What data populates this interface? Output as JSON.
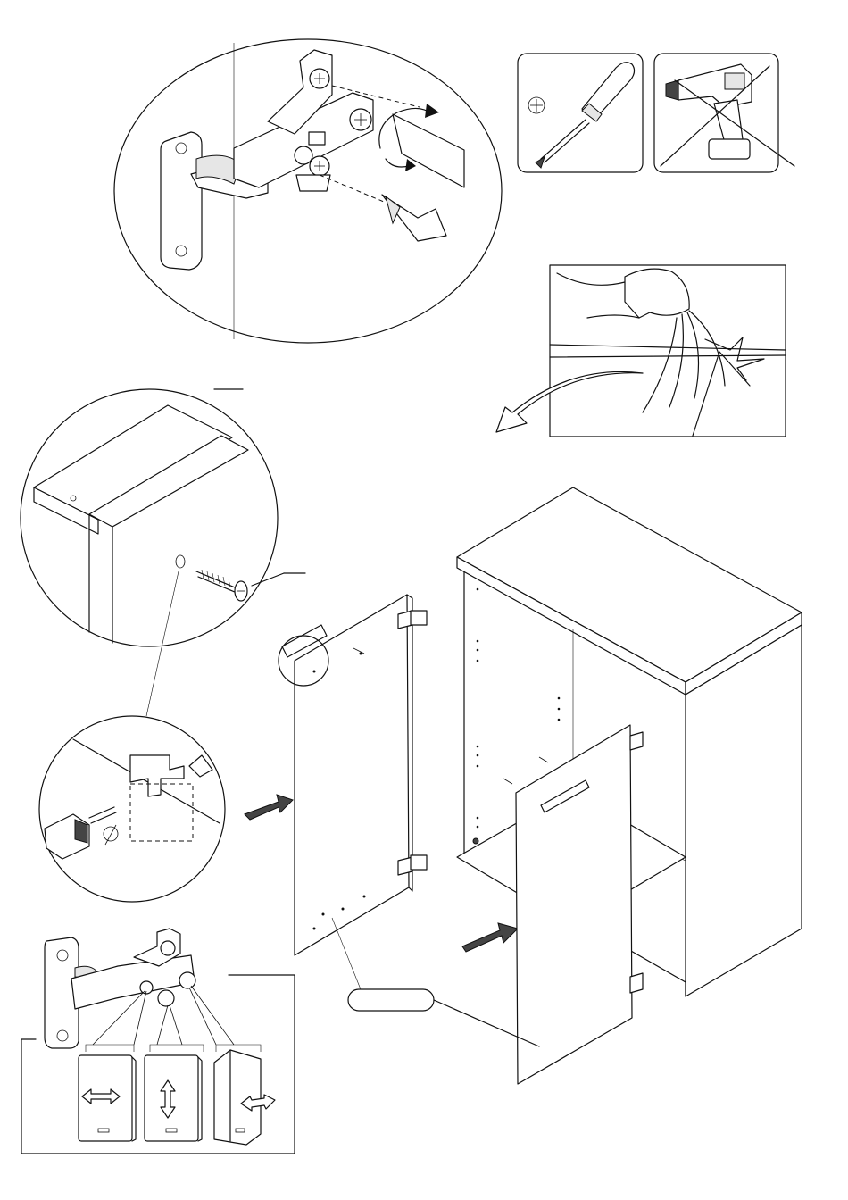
{
  "title": "",
  "tools": [
    {
      "name": "phillips-screwdriver",
      "allowed": true
    },
    {
      "name": "power-drill",
      "allowed": false
    }
  ],
  "warnings": [
    {
      "name": "surface-scratch-warning"
    }
  ],
  "callouts": {
    "part_label": ""
  },
  "hinge_adjustments": [
    {
      "direction": "horizontal"
    },
    {
      "direction": "vertical"
    },
    {
      "direction": "depth"
    }
  ],
  "colors": {
    "line": "#111111",
    "background": "#ffffff"
  }
}
